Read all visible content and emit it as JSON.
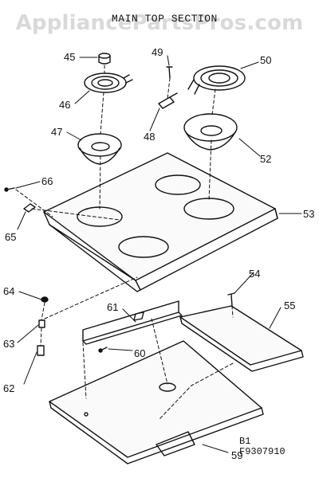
{
  "watermark": "AppliancePartsPros.com",
  "title": "MAIN TOP SECTION",
  "diagram_code_line1": "B1",
  "diagram_code_line2": "F9307910",
  "part_labels": {
    "p45": "45",
    "p46": "46",
    "p47": "47",
    "p48": "48",
    "p49": "49",
    "p50": "50",
    "p52": "52",
    "p53": "53",
    "p54": "54",
    "p55": "55",
    "p59": "59",
    "p60": "60",
    "p61": "61",
    "p62": "62",
    "p63": "63",
    "p64": "64",
    "p65": "65",
    "p66": "66"
  }
}
